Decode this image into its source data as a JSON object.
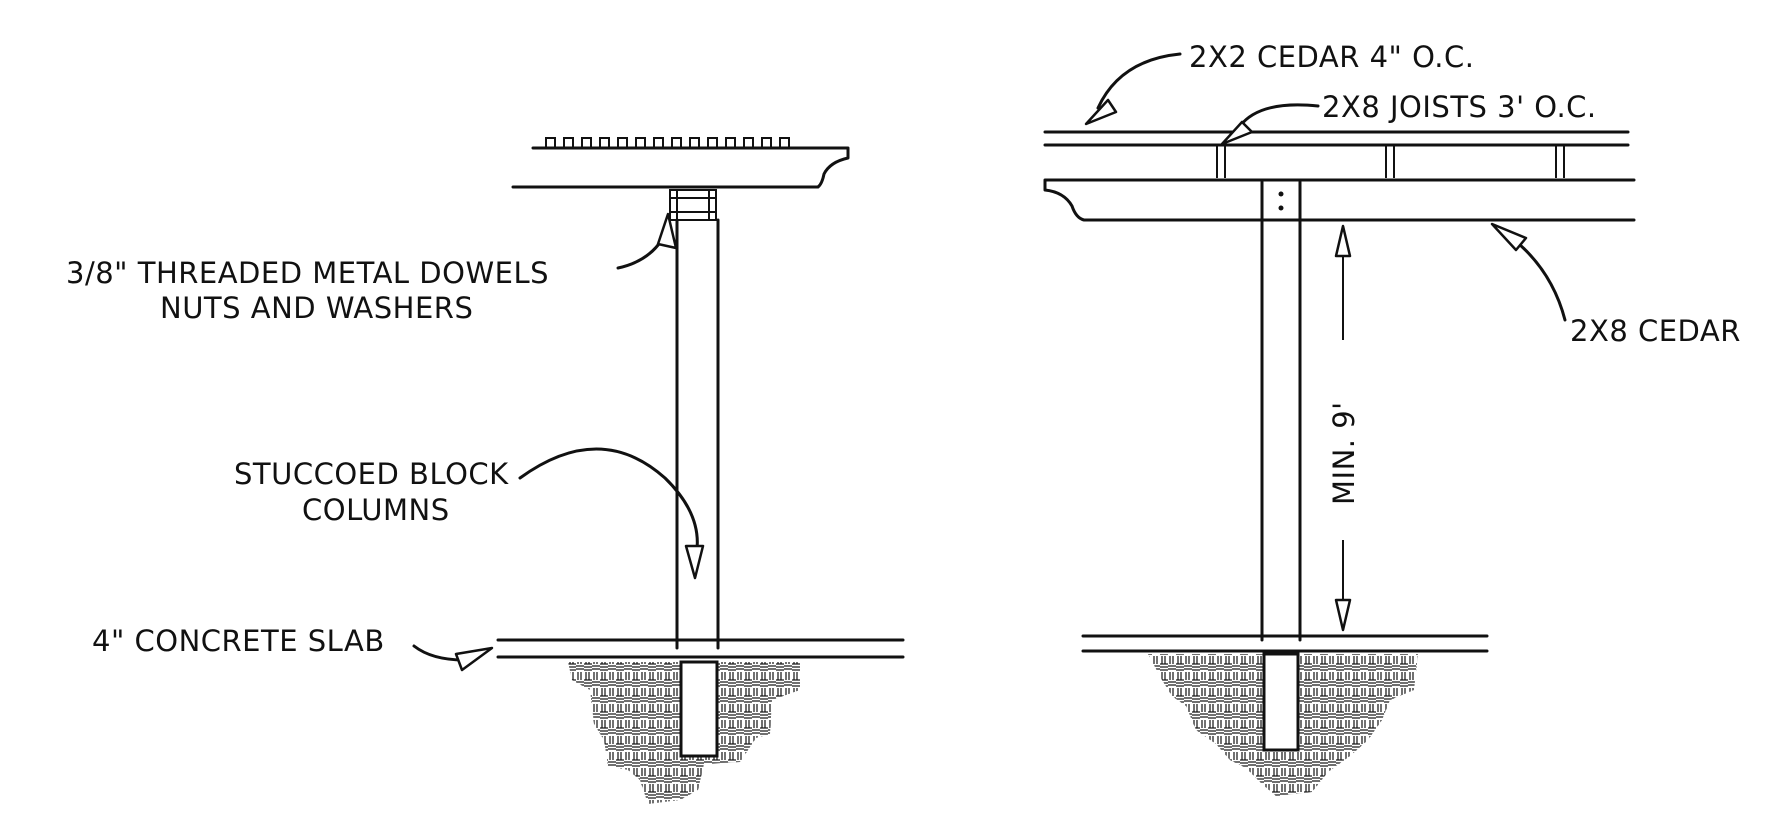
{
  "labels": {
    "dowels_line1": "3/8\" THREADED METAL DOWELS",
    "dowels_line2": "NUTS AND WASHERS",
    "columns_line1": "STUCCOED BLOCK",
    "columns_line2": "COLUMNS",
    "slab": "4\" CONCRETE SLAB",
    "cedar_2x2": "2X2 CEDAR 4\" O.C.",
    "joists": "2X8 JOISTS 3' O.C.",
    "cedar_2x8": "2X8 CEDAR",
    "min_height": "MIN. 9'"
  },
  "colors": {
    "ink": "#111111",
    "paper": "#ffffff"
  }
}
